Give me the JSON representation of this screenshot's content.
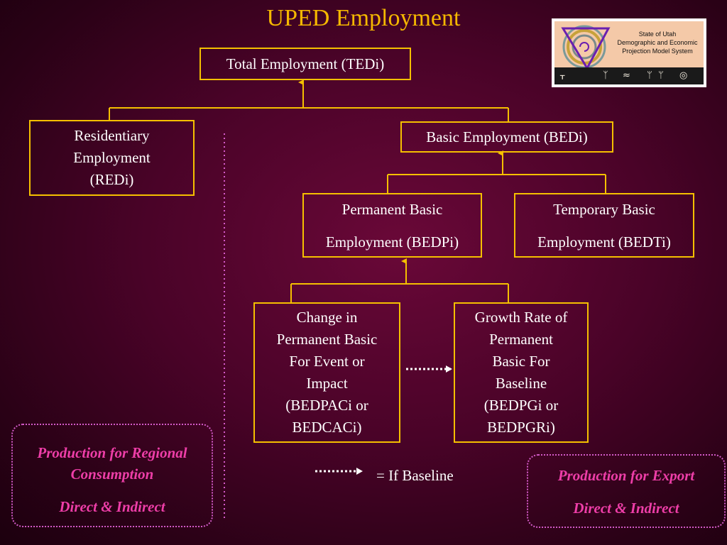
{
  "title": "UPED Employment",
  "logo": {
    "lines": [
      "State of Utah",
      "Demographic and Economic",
      "Projection Model System"
    ],
    "icon": "petroglyph-logo-icon"
  },
  "nodes": {
    "total": "Total Employment (TEDi)",
    "residentiary": [
      "Residentiary",
      "Employment",
      "(REDi)"
    ],
    "basic": "Basic Employment (BEDi)",
    "permanent": [
      "Permanent Basic",
      "Employment (BEDPi)"
    ],
    "temporary": [
      "Temporary Basic",
      "Employment (BEDTi)"
    ],
    "change": [
      "Change in",
      "Permanent Basic",
      "For Event or",
      "Impact",
      "(BEDPACi or",
      "BEDCACi)"
    ],
    "growth": [
      "Growth Rate of",
      "Permanent",
      "Basic For",
      "Baseline",
      "(BEDPGi or",
      "BEDPGRi)"
    ]
  },
  "regional": {
    "line1": "Production for Regional",
    "line2": "Consumption",
    "line3": "Direct & Indirect"
  },
  "export": {
    "line1": "Production for Export",
    "line2": "Direct & Indirect"
  },
  "legend": {
    "text": "= If Baseline",
    "icon": "dotted-arrow-icon"
  },
  "colors": {
    "title": "#f5b800",
    "box_border": "#f5c000",
    "connector": "#f5c000",
    "production_text": "#ee3ea8",
    "production_border": "#d35ac8",
    "background": "#4a0328"
  }
}
